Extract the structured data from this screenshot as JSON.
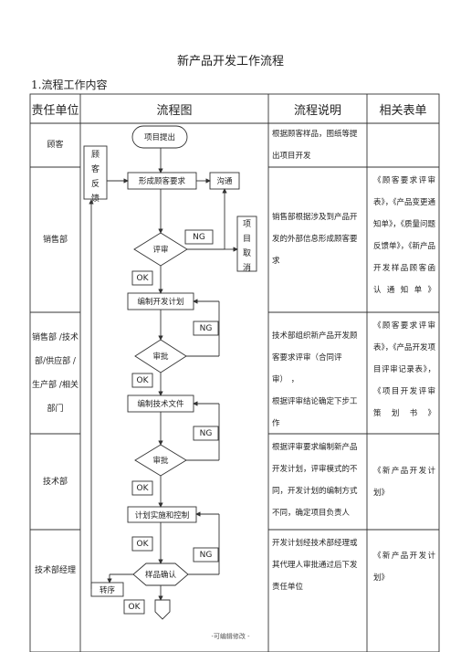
{
  "title": "新产品开发工作流程",
  "subtitle": "1.流程工作内容",
  "headers": [
    "责任单位",
    "流程图",
    "流程说明",
    "相关表单"
  ],
  "units": {
    "customer": "顾客",
    "sales": "销售部",
    "multi": [
      "销售部 /技术",
      "部/供应部 /",
      "生产部 /相关",
      "部门"
    ],
    "tech": "技术部",
    "tech_mgr": "技术部经理"
  },
  "flow": {
    "start": "项目提出",
    "customer_feedback": "顾客反馈",
    "form_req": "形成顾客要求",
    "communicate": "沟通",
    "cancel": "项目取消",
    "review": "评审",
    "ng": "NG",
    "ok": "OK",
    "dev_plan": "编制开发计划",
    "approve": "审批",
    "tech_file": "编制技术文件",
    "plan_impl": "计划实施和控制",
    "sample_confirm": "样品确认",
    "transfer": "转序"
  },
  "descriptions": {
    "d1": [
      "根据顾客样品，图纸等提",
      "出项目开发"
    ],
    "d2": [
      "销售部根据涉及到产品开",
      "发的外部信息形成顾客要",
      "求"
    ],
    "d3": [
      "技术部组织新产品开发顾",
      "客要求评审（合同评审）",
      "，",
      "根据评审结论确定下步工",
      "作"
    ],
    "d4": [
      "根据评审要求编制新产品",
      "开发计划，评审模式的不",
      "同，开发计划的编制方式",
      "不同，确定项目负责人"
    ],
    "d5": [
      "开发计划经技术部经理或",
      "其代理人审批通过后下发",
      "责任单位"
    ]
  },
  "forms": {
    "f1": [
      "《顾客要求评审",
      "表》，《产品变更通",
      "知单》，《质量问题",
      "反馈单》，《新产品",
      "开发样品顾客函",
      "认通知单》"
    ],
    "f2": [
      "《顾客要求评审",
      "表》，《产品开发项",
      "目评审记录表》，",
      "《项目开发评审",
      "策划书》"
    ],
    "f3": [
      "《新产品开发计",
      "划》"
    ],
    "f4": [
      "《新产品开发计",
      "划》"
    ]
  },
  "footer": "-可编辑修改 -"
}
